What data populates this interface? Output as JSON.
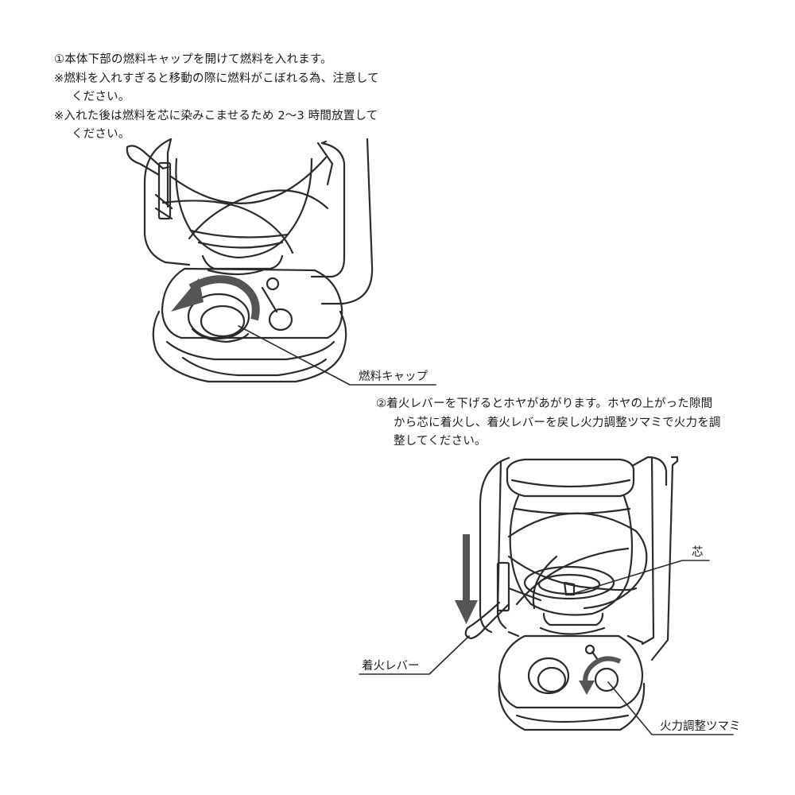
{
  "step1": {
    "lines": [
      "①本体下部の燃料キャップを開けて燃料を入れます。",
      "※燃料を入れすぎると移動の際に燃料がこぼれる為、注意して",
      "ください。",
      "※入れた後は燃料を芯に染みこませるため 2～3 時間放置して",
      "ください。"
    ]
  },
  "step2": {
    "lines": [
      "②着火レバーを下げるとホヤがあがります。ホヤの上がった隙間",
      "から芯に着火し、着火レバーを戻し火力調整ツマミで火力を調",
      "整してください。"
    ]
  },
  "labels": {
    "fuel_cap": "燃料キャップ",
    "wick": "芯",
    "ignition_lever": "着火レバー",
    "flame_knob": "火力調整ツマミ"
  },
  "colors": {
    "line": "#2b2b2b",
    "arrow": "#555555",
    "background": "#ffffff"
  }
}
